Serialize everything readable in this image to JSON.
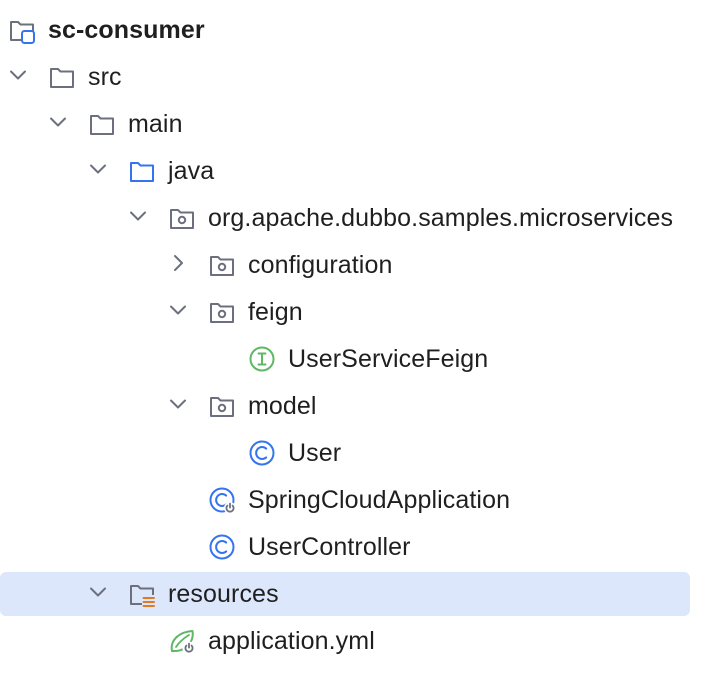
{
  "project_tree": {
    "root": {
      "label": "sc-consumer",
      "icon": "module-folder-icon"
    },
    "src": {
      "label": "src",
      "icon": "folder-icon",
      "expanded": true
    },
    "main": {
      "label": "main",
      "icon": "folder-icon",
      "expanded": true
    },
    "java": {
      "label": "java",
      "icon": "source-root-folder-icon",
      "expanded": true
    },
    "package": {
      "label": "org.apache.dubbo.samples.microservices",
      "icon": "package-icon",
      "expanded": true
    },
    "configuration": {
      "label": "configuration",
      "icon": "package-icon",
      "expanded": false
    },
    "feign": {
      "label": "feign",
      "icon": "package-icon",
      "expanded": true
    },
    "user_service_feign": {
      "label": "UserServiceFeign",
      "icon": "interface-icon"
    },
    "model": {
      "label": "model",
      "icon": "package-icon",
      "expanded": true
    },
    "user": {
      "label": "User",
      "icon": "class-icon"
    },
    "spring_cloud_application": {
      "label": "SpringCloudApplication",
      "icon": "spring-boot-class-icon"
    },
    "user_controller": {
      "label": "UserController",
      "icon": "class-icon"
    },
    "resources": {
      "label": "resources",
      "icon": "resources-folder-icon",
      "expanded": true,
      "selected": true
    },
    "application_yml": {
      "label": "application.yml",
      "icon": "spring-config-file-icon"
    }
  },
  "colors": {
    "selection": "#dce7fb",
    "class_blue": "#3574f0",
    "interface_green": "#5fb865",
    "resources_orange": "#e17a26",
    "spring_green": "#5fb865",
    "icon_gray": "#6c707e"
  }
}
